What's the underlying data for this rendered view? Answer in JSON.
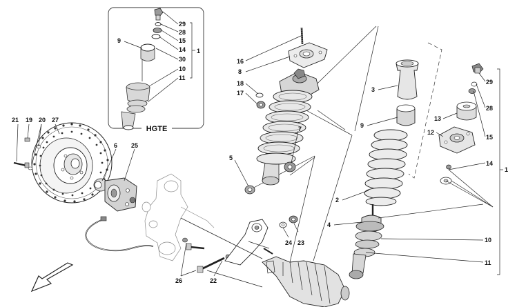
{
  "diagram": {
    "inset_label": "HGTE",
    "callouts": {
      "i29": "29",
      "i28": "28",
      "i15": "15",
      "i14": "14",
      "i30": "30",
      "i10": "10",
      "i11": "11",
      "i9": "9",
      "i1": "1",
      "c21": "21",
      "c19": "19",
      "c20": "20",
      "c27": "27",
      "c6": "6",
      "c25": "25",
      "c16": "16",
      "c8": "8",
      "c18": "18",
      "c17": "17",
      "c7": "7",
      "c5": "5",
      "c24": "24",
      "c23": "23",
      "c26": "26",
      "c22": "22",
      "c3": "3",
      "c9": "9",
      "c2": "2",
      "c4": "4",
      "c10": "10",
      "c11": "11",
      "c13": "13",
      "c12": "12",
      "c29": "29",
      "c28": "28",
      "c15": "15",
      "c14": "14",
      "c1": "1"
    }
  }
}
